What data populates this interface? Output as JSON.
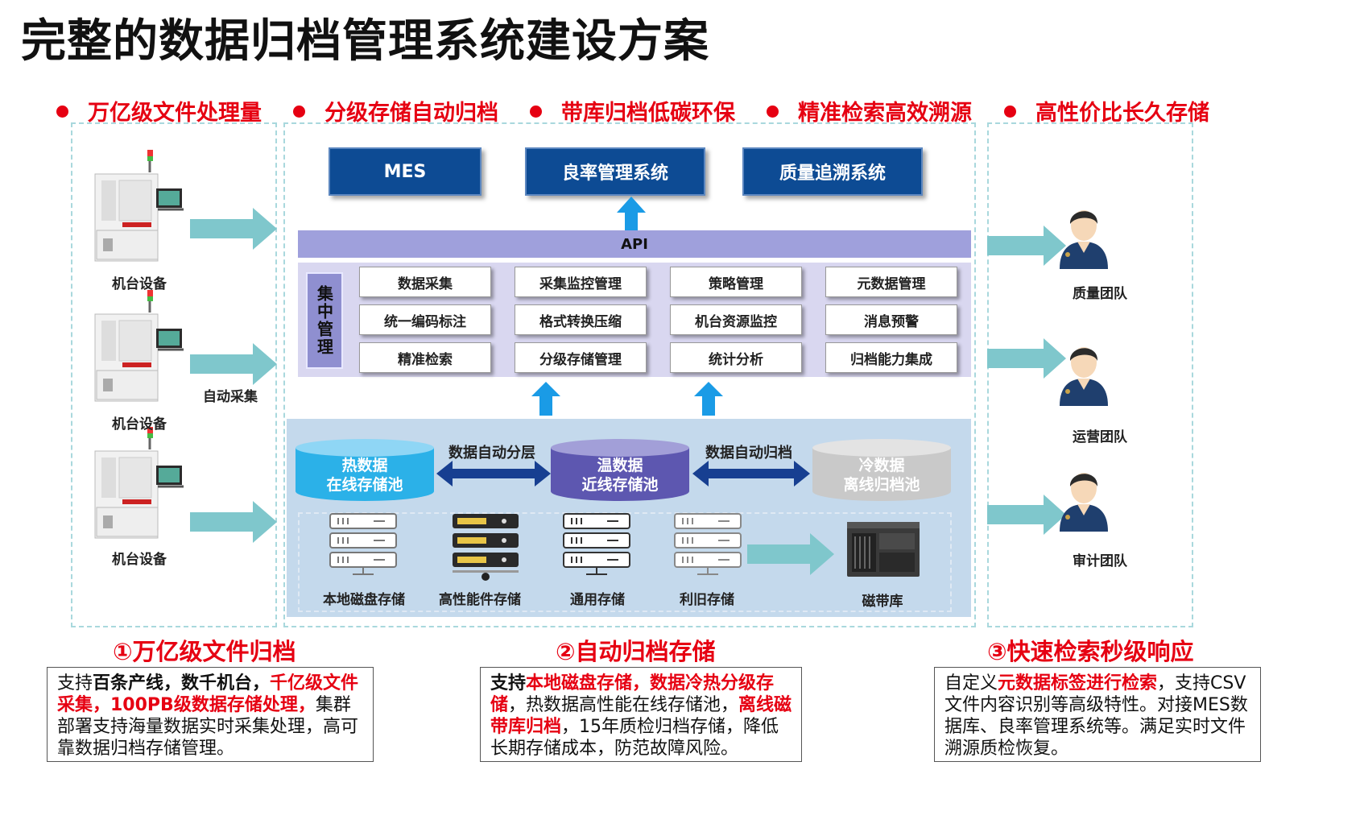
{
  "title": "完整的数据归档管理系统建设方案",
  "features": [
    "万亿级文件处理量",
    "分级存储自动归档",
    "带库归档低碳环保",
    "精准检索高效溯源",
    "高性价比长久存储"
  ],
  "colors": {
    "accent_red": "#e60012",
    "dark_blue": "#0d4b94",
    "api_purple": "#9fa0dc",
    "arrow_teal": "#7fc7cc",
    "arrow_blue": "#1a9be6"
  },
  "machines": {
    "label": "机台设备",
    "auto_collect_label": "自动采集"
  },
  "apps": [
    "MES",
    "良率管理系统",
    "质量追溯系统"
  ],
  "api_label": "API",
  "management": {
    "label": "集中管理",
    "functions": [
      [
        "数据采集",
        "采集监控管理",
        "策略管理",
        "元数据管理"
      ],
      [
        "统一编码标注",
        "格式转换压缩",
        "机台资源监控",
        "消息预警"
      ],
      [
        "精准检索",
        "分级存储管理",
        "统计分析",
        "归档能力集成"
      ]
    ]
  },
  "pools": {
    "hot": {
      "line1": "热数据",
      "line2": "在线存储池"
    },
    "warm": {
      "line1": "温数据",
      "line2": "近线存储池"
    },
    "cold": {
      "line1": "冷数据",
      "line2": "离线归档池"
    },
    "tier_label": "数据自动分层",
    "archive_label": "数据自动归档"
  },
  "storage_devices": [
    "本地磁盘存储",
    "高性能件存储",
    "通用存储",
    "利旧存储",
    "磁带库"
  ],
  "teams": [
    "质量团队",
    "运营团队",
    "审计团队"
  ],
  "sections": [
    {
      "title": "①万亿级文件归档",
      "desc": [
        {
          "t": "支持",
          "s": ""
        },
        {
          "t": "百条产线，数千机台，",
          "s": "bold"
        },
        {
          "t": "千亿级文件采集，100PB级数据存储处理，",
          "s": "red"
        },
        {
          "t": "集群部署支持海量数据实时采集处理，高可靠数据归档存储管理。",
          "s": ""
        }
      ]
    },
    {
      "title": "②自动归档存储",
      "desc": [
        {
          "t": "支持",
          "s": "bold"
        },
        {
          "t": "本地磁盘存储，数据冷热分级存储",
          "s": "red"
        },
        {
          "t": "，热数据高性能在线存储池，",
          "s": ""
        },
        {
          "t": "离线磁带库归档",
          "s": "red"
        },
        {
          "t": "，15年质检归档存储，降低长期存储成本，防范故障风险。",
          "s": ""
        }
      ]
    },
    {
      "title": "③快速检索秒级响应",
      "desc": [
        {
          "t": "自定义",
          "s": ""
        },
        {
          "t": "元数据标签进行检索",
          "s": "red"
        },
        {
          "t": "，支持CSV文件内容识别等高级特性。对接MES数据库、良率管理系统等。满足实时文件溯源质检恢复。",
          "s": ""
        }
      ]
    }
  ]
}
